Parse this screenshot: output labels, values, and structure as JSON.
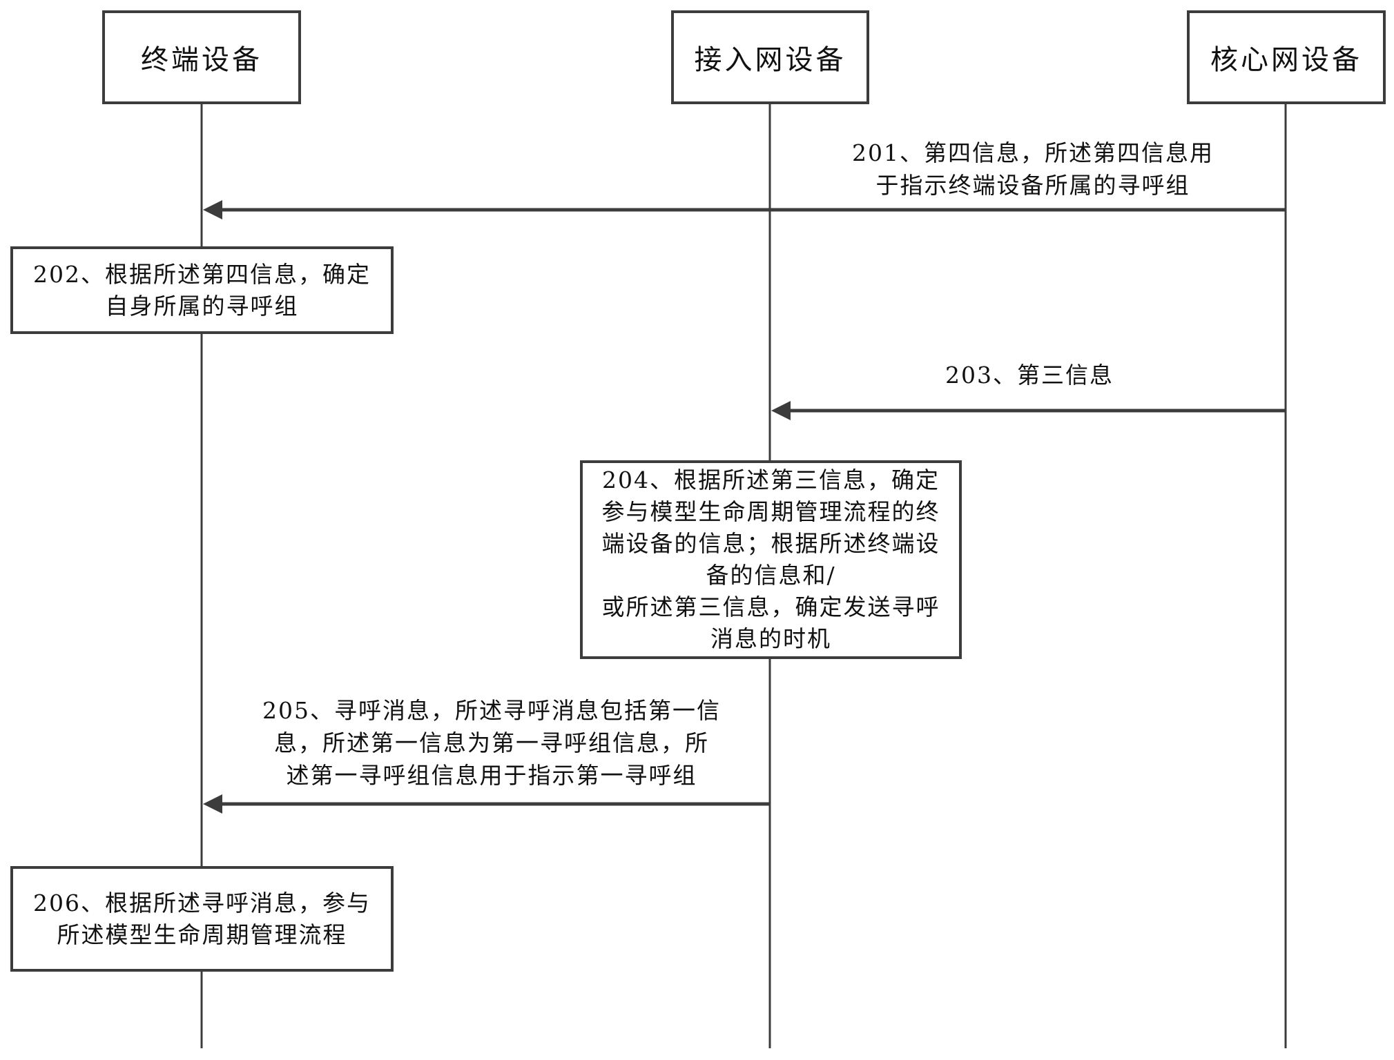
{
  "participants": [
    {
      "label": "终端设备"
    },
    {
      "label": "接入网设备"
    },
    {
      "label": "核心网设备"
    }
  ],
  "messages": {
    "m201": {
      "lines": [
        "201、第四信息，所述第四信息用",
        "于指示终端设备所属的寻呼组"
      ]
    },
    "m203": {
      "lines": [
        "203、第三信息"
      ]
    },
    "m205": {
      "lines": [
        "205、寻呼消息，所述寻呼消息包括第一信",
        "息，所述第一信息为第一寻呼组信息，所",
        "述第一寻呼组信息用于指示第一寻呼组"
      ]
    }
  },
  "steps": {
    "s202": {
      "lines": [
        "202、根据所述第四信息，确定",
        "自身所属的寻呼组"
      ]
    },
    "s204": {
      "lines": [
        "204、根据所述第三信息，确定",
        "参与模型生命周期管理流程的终",
        "端设备的信息；根据所述终端设",
        "备的信息和/",
        "或所述第三信息，确定发送寻呼",
        "消息的时机"
      ]
    },
    "s206": {
      "lines": [
        "206、根据所述寻呼消息，参与",
        "所述模型生命周期管理流程"
      ]
    }
  },
  "colors": {
    "line": "#3c3c3c",
    "text": "#111111"
  }
}
